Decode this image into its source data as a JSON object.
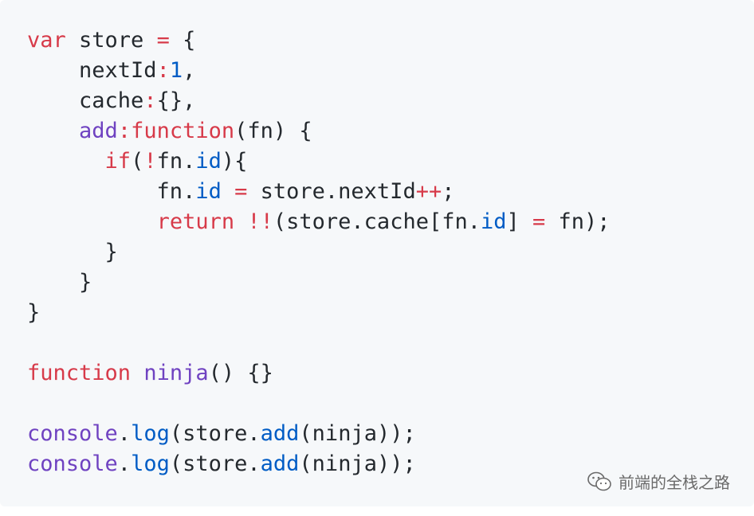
{
  "code": {
    "lines": [
      [
        {
          "t": "var",
          "c": "kw"
        },
        {
          "t": " store ",
          "c": ""
        },
        {
          "t": "=",
          "c": "kw"
        },
        {
          "t": " {",
          "c": ""
        }
      ],
      [
        {
          "t": "    nextId",
          "c": ""
        },
        {
          "t": ":",
          "c": "kw"
        },
        {
          "t": "1",
          "c": "num"
        },
        {
          "t": ",",
          "c": ""
        }
      ],
      [
        {
          "t": "    cache",
          "c": ""
        },
        {
          "t": ":",
          "c": "kw"
        },
        {
          "t": "{},",
          "c": ""
        }
      ],
      [
        {
          "t": "    ",
          "c": ""
        },
        {
          "t": "add",
          "c": "fn"
        },
        {
          "t": ":",
          "c": "kw"
        },
        {
          "t": "function",
          "c": "kw"
        },
        {
          "t": "(fn) {",
          "c": ""
        }
      ],
      [
        {
          "t": "      ",
          "c": ""
        },
        {
          "t": "if",
          "c": "kw"
        },
        {
          "t": "(",
          "c": ""
        },
        {
          "t": "!",
          "c": "kw"
        },
        {
          "t": "fn.",
          "c": ""
        },
        {
          "t": "id",
          "c": "prop"
        },
        {
          "t": "){",
          "c": ""
        }
      ],
      [
        {
          "t": "          fn.",
          "c": ""
        },
        {
          "t": "id",
          "c": "prop"
        },
        {
          "t": " ",
          "c": ""
        },
        {
          "t": "=",
          "c": "kw"
        },
        {
          "t": " store.nextId",
          "c": ""
        },
        {
          "t": "++",
          "c": "kw"
        },
        {
          "t": ";",
          "c": ""
        }
      ],
      [
        {
          "t": "          ",
          "c": ""
        },
        {
          "t": "return",
          "c": "kw"
        },
        {
          "t": " ",
          "c": ""
        },
        {
          "t": "!!",
          "c": "kw"
        },
        {
          "t": "(store.cache[fn.",
          "c": ""
        },
        {
          "t": "id",
          "c": "prop"
        },
        {
          "t": "] ",
          "c": ""
        },
        {
          "t": "=",
          "c": "kw"
        },
        {
          "t": " fn);",
          "c": ""
        }
      ],
      [
        {
          "t": "      }",
          "c": ""
        }
      ],
      [
        {
          "t": "    }",
          "c": ""
        }
      ],
      [
        {
          "t": "}",
          "c": ""
        }
      ],
      [
        {
          "t": "",
          "c": ""
        }
      ],
      [
        {
          "t": "function",
          "c": "kw"
        },
        {
          "t": " ",
          "c": ""
        },
        {
          "t": "ninja",
          "c": "fn"
        },
        {
          "t": "() {}",
          "c": ""
        }
      ],
      [
        {
          "t": "",
          "c": ""
        }
      ],
      [
        {
          "t": "console",
          "c": "fn"
        },
        {
          "t": ".",
          "c": ""
        },
        {
          "t": "log",
          "c": "prop"
        },
        {
          "t": "(store.",
          "c": ""
        },
        {
          "t": "add",
          "c": "prop"
        },
        {
          "t": "(ninja));",
          "c": ""
        }
      ],
      [
        {
          "t": "console",
          "c": "fn"
        },
        {
          "t": ".",
          "c": ""
        },
        {
          "t": "log",
          "c": "prop"
        },
        {
          "t": "(store.",
          "c": ""
        },
        {
          "t": "add",
          "c": "prop"
        },
        {
          "t": "(ninja));",
          "c": ""
        }
      ]
    ]
  },
  "watermark": {
    "icon": "wechat-icon",
    "text": "前端的全栈之路"
  },
  "colors": {
    "background": "#f6f8fa",
    "keyword": "#d73a49",
    "function": "#6f42c1",
    "number": "#005cc5",
    "text": "#24292e"
  }
}
